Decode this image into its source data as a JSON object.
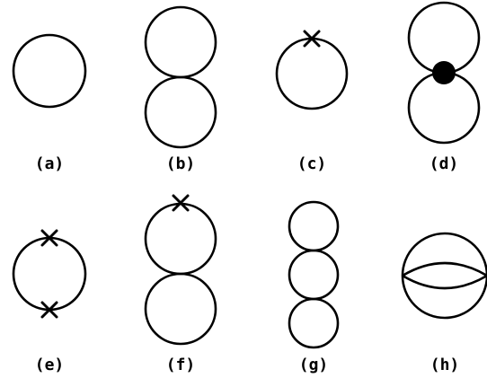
{
  "diagrams": [
    {
      "id": "a",
      "label": "(a)"
    },
    {
      "id": "b",
      "label": "(b)"
    },
    {
      "id": "c",
      "label": "(c)"
    },
    {
      "id": "d",
      "label": "(d)"
    },
    {
      "id": "e",
      "label": "(e)"
    },
    {
      "id": "f",
      "label": "(f)"
    },
    {
      "id": "g",
      "label": "(g)"
    },
    {
      "id": "h",
      "label": "(h)"
    }
  ],
  "colors": {
    "line": "#000000",
    "vertex": "#000000",
    "background": "#ffffff"
  }
}
